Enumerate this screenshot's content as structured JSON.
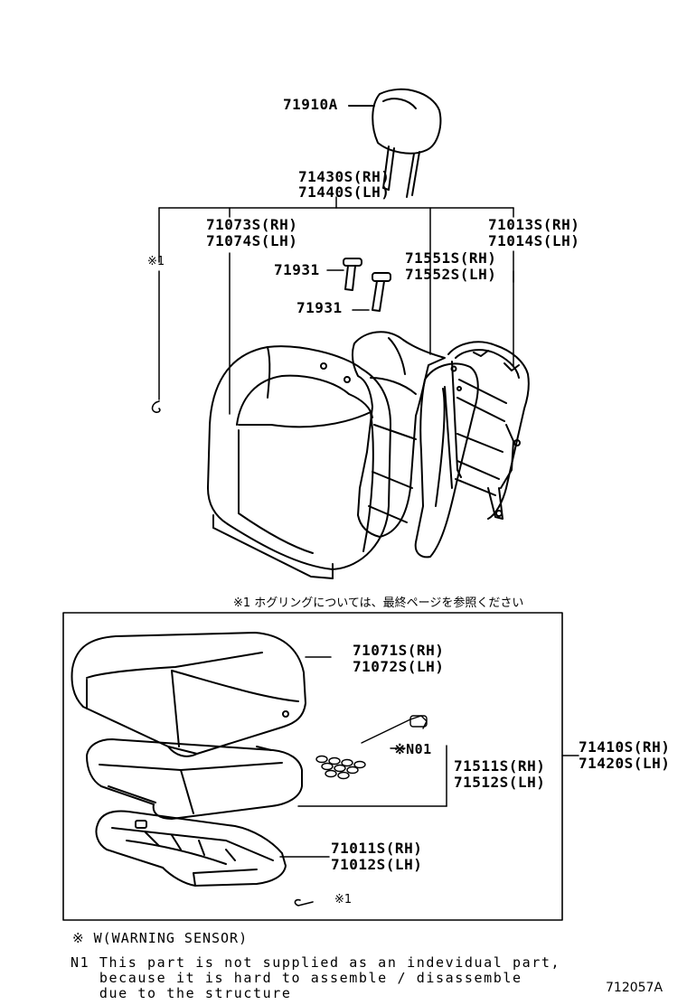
{
  "labels": {
    "headrest": "71910A",
    "support_rh": "71430S(RH)",
    "support_lh": "71440S(LH)",
    "back_cover_rh": "71073S(RH)",
    "back_cover_lh": "71074S(LH)",
    "back_frame_rh": "71013S(RH)",
    "back_frame_lh": "71014S(LH)",
    "back_pad_rh": "71551S(RH)",
    "back_pad_lh": "71552S(LH)",
    "guide_1": "71931",
    "guide_2": "71931",
    "hog_ring_top": "※1",
    "cushion_cover_rh": "71071S(RH)",
    "cushion_cover_lh": "71072S(LH)",
    "sensor_ref": "※N01",
    "cushion_pad_rh": "71511S(RH)",
    "cushion_pad_lh": "71512S(LH)",
    "cushion_assy_rh": "71410S(RH)",
    "cushion_assy_lh": "71420S(LH)",
    "cushion_frame_rh": "71011S(RH)",
    "cushion_frame_lh": "71012S(LH)",
    "hog_ring_bottom": "※1"
  },
  "notes": {
    "japanese": "※1 ホグリングについては、最終ページを参照ください",
    "legend": "※ W(WARNING SENSOR)",
    "n1_line1": "N1 This part is not supplied as an indevidual part,",
    "n1_line2": "   because it is hard to assemble / disassemble",
    "n1_line3": "   due to the structure",
    "figure_id": "712057A"
  }
}
